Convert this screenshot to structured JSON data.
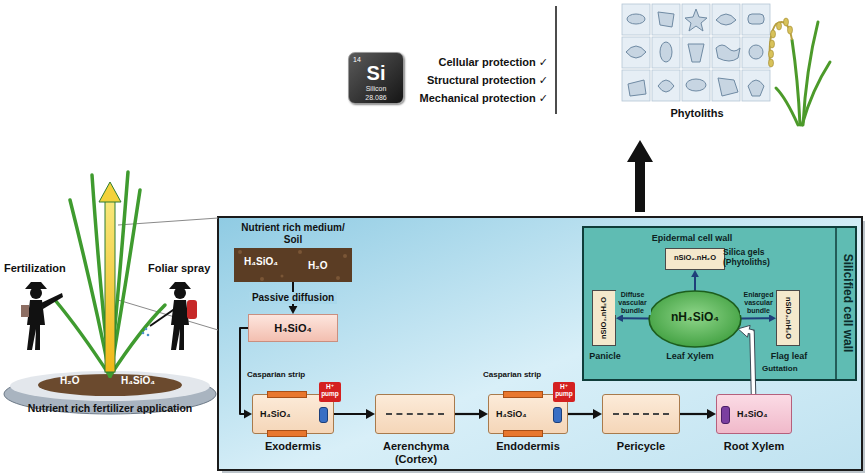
{
  "diagram": {
    "nodes": [
      {
        "text": [
          "14",
          "Si",
          "Silicon",
          "28.086"
        ]
      },
      {
        "text": [
          "Phytoliths"
        ]
      },
      {
        "text": [
          "Nutrient rich medium/ Soil",
          "H₄SiO₄",
          "H₂O"
        ]
      },
      {
        "text": [
          "H₄SiO₄"
        ]
      },
      {
        "text": [
          "Casparian strip",
          "H⁺ pump",
          "H₄SiO₄",
          "Exodermis"
        ]
      },
      {
        "text": [
          "Aerenchyma (Cortex)"
        ]
      },
      {
        "text": [
          "Casparian strip",
          "H⁺ pump",
          "H₄SiO₄",
          "Endodermis"
        ]
      },
      {
        "text": [
          "Pericycle"
        ]
      },
      {
        "text": [
          "H₄SiO₄",
          "Root Xylem"
        ]
      },
      {
        "text": [
          "Silicified cell wall"
        ]
      },
      {
        "text": [
          "Epidermal cell wall",
          "nSiO₂.nH₂O",
          "Silica gels (Phytoliths)"
        ],
        "in": 9
      },
      {
        "text": [
          "nSiO₂.nH₂O",
          "Panicle"
        ],
        "in": 9
      },
      {
        "text": [
          "nH₄SiO₄",
          "Leaf Xylem"
        ],
        "in": 9
      },
      {
        "text": [
          "nSiO₂.nH₂O",
          "Flag leaf"
        ],
        "in": 9
      }
    ],
    "edges": [
      {
        "from": 2,
        "to": 3,
        "label": "Passive diffusion",
        "arrow": "to"
      },
      {
        "from": 3,
        "to": 4,
        "arrow": "to"
      },
      {
        "from": 4,
        "to": 5,
        "arrow": "to"
      },
      {
        "from": 5,
        "to": 6,
        "arrow": "to"
      },
      {
        "from": 6,
        "to": 7,
        "arrow": "to"
      },
      {
        "from": 7,
        "to": 8,
        "arrow": "to"
      },
      {
        "from": 8,
        "to": 12,
        "arrow": "to"
      },
      {
        "from": 12,
        "to": 10,
        "arrow": "to"
      },
      {
        "from": 12,
        "to": 11,
        "label": "Diffuse vascular bundle",
        "arrow": "to"
      },
      {
        "from": 12,
        "to": 13,
        "label": "Enlarged vascular bundle",
        "arrow": "to"
      }
    ],
    "labels": [
      "Cellular protection ✓",
      "Structural protection ✓",
      "Mechanical protection ✓",
      "Fertilization",
      "Foliar spray",
      "H₂O",
      "H₄SiO₄",
      "Nutrient rich fertilizer application",
      "Guttation"
    ]
  }
}
